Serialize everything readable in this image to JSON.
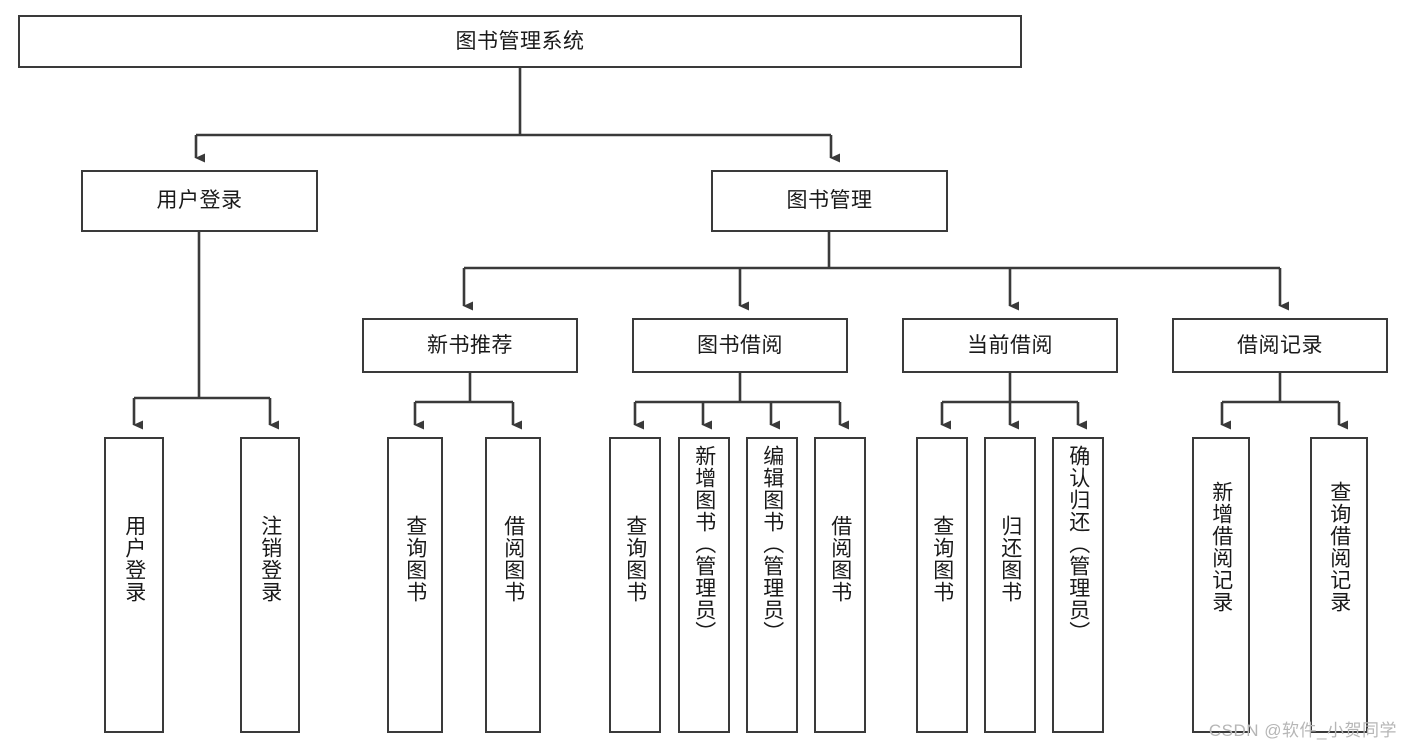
{
  "diagram": {
    "type": "hierarchy-tree",
    "title": "图书管理系统",
    "watermark": "CSDN @软件_小贺同学",
    "colors": {
      "stroke": "#3a3a3a",
      "fill": "#ffffff",
      "text": "#1a1a1a",
      "watermark": "#b6b6b6"
    },
    "levels": {
      "level1": [
        {
          "id": "root",
          "label": "图书管理系统",
          "orientation": "horizontal"
        }
      ],
      "level2": [
        {
          "id": "user-login",
          "label": "用户登录",
          "orientation": "horizontal"
        },
        {
          "id": "book-manage",
          "label": "图书管理",
          "orientation": "horizontal"
        }
      ],
      "level3": [
        {
          "id": "new-book-rec",
          "label": "新书推荐",
          "orientation": "horizontal",
          "parent": "book-manage"
        },
        {
          "id": "book-borrow",
          "label": "图书借阅",
          "orientation": "horizontal",
          "parent": "book-manage"
        },
        {
          "id": "current-borrow",
          "label": "当前借阅",
          "orientation": "horizontal",
          "parent": "book-manage"
        },
        {
          "id": "borrow-record",
          "label": "借阅记录",
          "orientation": "horizontal",
          "parent": "book-manage"
        }
      ],
      "leaves": [
        {
          "id": "leaf-user-login",
          "label": "用户登录",
          "orientation": "vertical",
          "parent": "user-login"
        },
        {
          "id": "leaf-user-logout",
          "label": "注销登录",
          "orientation": "vertical",
          "parent": "user-login"
        },
        {
          "id": "leaf-query-book-1",
          "label": "查询图书",
          "orientation": "vertical",
          "parent": "new-book-rec"
        },
        {
          "id": "leaf-borrow-book-1",
          "label": "借阅图书",
          "orientation": "vertical",
          "parent": "new-book-rec"
        },
        {
          "id": "leaf-query-book-2",
          "label": "查询图书",
          "orientation": "vertical",
          "parent": "book-borrow"
        },
        {
          "id": "leaf-add-book",
          "label": "新增图书（管理员）",
          "orientation": "vertical",
          "parent": "book-borrow"
        },
        {
          "id": "leaf-edit-book",
          "label": "编辑图书（管理员）",
          "orientation": "vertical",
          "parent": "book-borrow"
        },
        {
          "id": "leaf-borrow-book-2",
          "label": "借阅图书",
          "orientation": "vertical",
          "parent": "book-borrow"
        },
        {
          "id": "leaf-query-book-3",
          "label": "查询图书",
          "orientation": "vertical",
          "parent": "current-borrow"
        },
        {
          "id": "leaf-return-book",
          "label": "归还图书",
          "orientation": "vertical",
          "parent": "current-borrow"
        },
        {
          "id": "leaf-confirm-return",
          "label": "确认归还（管理员）",
          "orientation": "vertical",
          "parent": "current-borrow"
        },
        {
          "id": "leaf-add-record",
          "label": "新增借阅记录",
          "orientation": "vertical",
          "parent": "borrow-record"
        },
        {
          "id": "leaf-query-record",
          "label": "查询借阅记录",
          "orientation": "vertical",
          "parent": "borrow-record"
        }
      ]
    }
  }
}
